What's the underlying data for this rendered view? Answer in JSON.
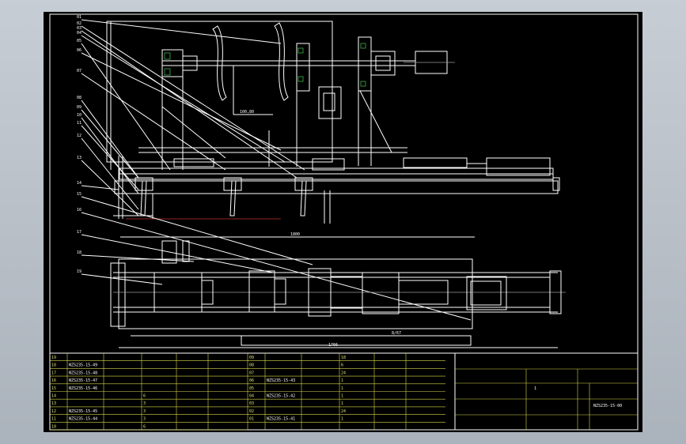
{
  "balloons": [
    "01",
    "02",
    "03",
    "04",
    "05",
    "06",
    "07",
    "08",
    "09",
    "10",
    "11",
    "12",
    "13",
    "14",
    "15",
    "16",
    "17",
    "18",
    "19"
  ],
  "dims": {
    "top_small": "100,80",
    "plan_width": "1800",
    "overall": "1766",
    "bottom_right": "8/67"
  },
  "title_block": {
    "drawing_no": "NZS235-15-00",
    "scale_note": "1"
  },
  "bom_left": [
    {
      "no": "19",
      "code": "",
      "name": "",
      "qty": "",
      "mat": "",
      "note": ""
    },
    {
      "no": "18",
      "code": "NZS235-15-49",
      "name": "",
      "qty": "",
      "mat": "",
      "note": ""
    },
    {
      "no": "17",
      "code": "NZS235-15-48",
      "name": "",
      "qty": "",
      "mat": "",
      "note": ""
    },
    {
      "no": "16",
      "code": "NZS235-15-47",
      "name": "",
      "qty": "",
      "mat": "",
      "note": ""
    },
    {
      "no": "15",
      "code": "NZS235-15-46",
      "name": "",
      "qty": "",
      "mat": "",
      "note": ""
    },
    {
      "no": "14",
      "code": "",
      "name": "",
      "qty": "6",
      "mat": "",
      "note": ""
    },
    {
      "no": "13",
      "code": "",
      "name": "",
      "qty": "3",
      "mat": "",
      "note": ""
    },
    {
      "no": "12",
      "code": "NZS235-15-45",
      "name": "",
      "qty": "3",
      "mat": "",
      "note": ""
    },
    {
      "no": "11",
      "code": "NZS235-15-44",
      "name": "",
      "qty": "3",
      "mat": "",
      "note": ""
    },
    {
      "no": "10",
      "code": "",
      "name": "",
      "qty": "6",
      "mat": "",
      "note": ""
    }
  ],
  "bom_right": [
    {
      "no": "09",
      "code": "",
      "name": "",
      "qty": "18",
      "mat": "",
      "note": ""
    },
    {
      "no": "08",
      "code": "",
      "name": "",
      "qty": "6",
      "mat": "",
      "note": ""
    },
    {
      "no": "07",
      "code": "",
      "name": "",
      "qty": "24",
      "mat": "",
      "note": ""
    },
    {
      "no": "06",
      "code": "NZS235-15-43",
      "name": "",
      "qty": "1",
      "mat": "",
      "note": ""
    },
    {
      "no": "05",
      "code": "",
      "name": "",
      "qty": "1",
      "mat": "",
      "note": ""
    },
    {
      "no": "04",
      "code": "NZS235-15-42",
      "name": "",
      "qty": "1",
      "mat": "",
      "note": ""
    },
    {
      "no": "03",
      "code": "",
      "name": "",
      "qty": "1",
      "mat": "",
      "note": ""
    },
    {
      "no": "02",
      "code": "",
      "name": "",
      "qty": "24",
      "mat": "",
      "note": ""
    },
    {
      "no": "01",
      "code": "NZS235-15-41",
      "name": "",
      "qty": "1",
      "mat": "",
      "note": ""
    }
  ]
}
